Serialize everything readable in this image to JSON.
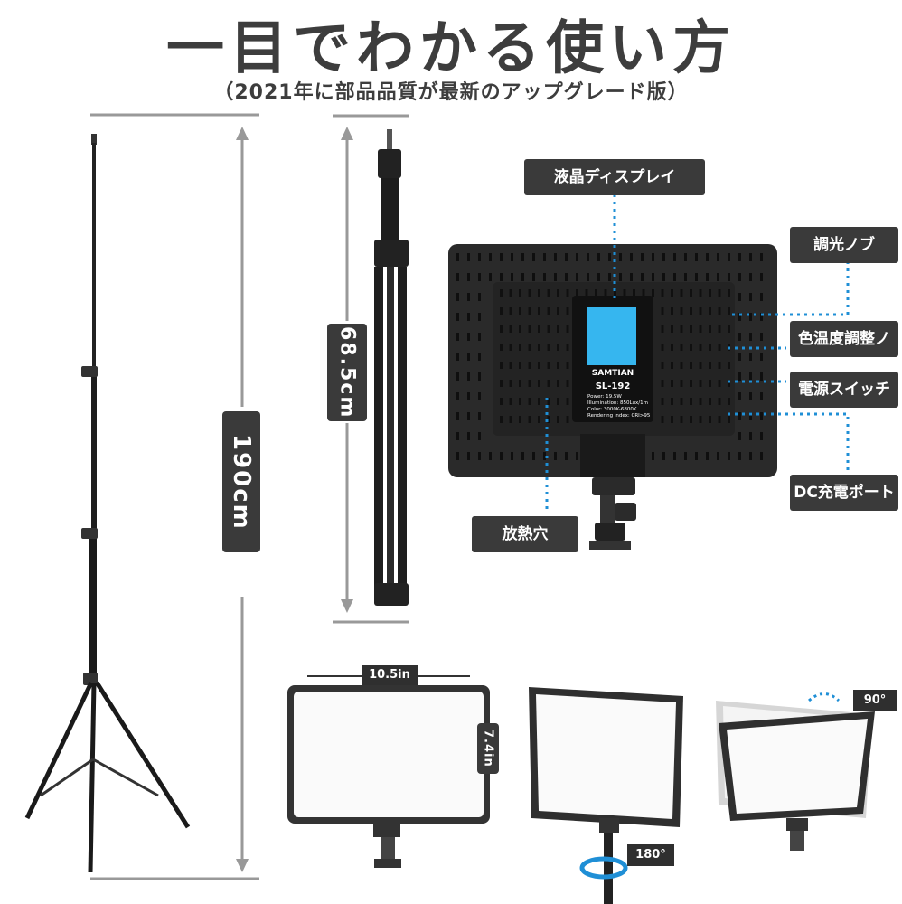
{
  "header": {
    "title": "一目でわかる使い方",
    "subtitle": "（2021年に部品品質が最新のアップグレード版）"
  },
  "dimensions": {
    "stand_height": "190cm",
    "folded_height": "68.5cm",
    "panel_width": "10.5in",
    "panel_height": "7.4in",
    "rotate_vertical": "180°",
    "tilt_angle": "90°"
  },
  "callouts": {
    "lcd_display": "液晶ディスプレイ",
    "dimmer_knob": "調光ノブ",
    "color_temp_knob": "色温度調整ノ",
    "power_switch": "電源スイッチ",
    "dc_port": "DC充電ポート",
    "heat_vents": "放熱穴"
  },
  "device": {
    "brand": "SAMTIAN",
    "model": "SL-192",
    "spec_lines": [
      "Power: 19.5W",
      "Illumination: 850Lux/1m",
      "Color: 3000K-6800K",
      "Rendering index: CRI>95"
    ]
  },
  "colors": {
    "label_bg": "#3a3a3a",
    "dotted_line": "#1f8fd6",
    "lcd_screen": "#36b6ef",
    "panel_body": "#2a2a2a"
  }
}
